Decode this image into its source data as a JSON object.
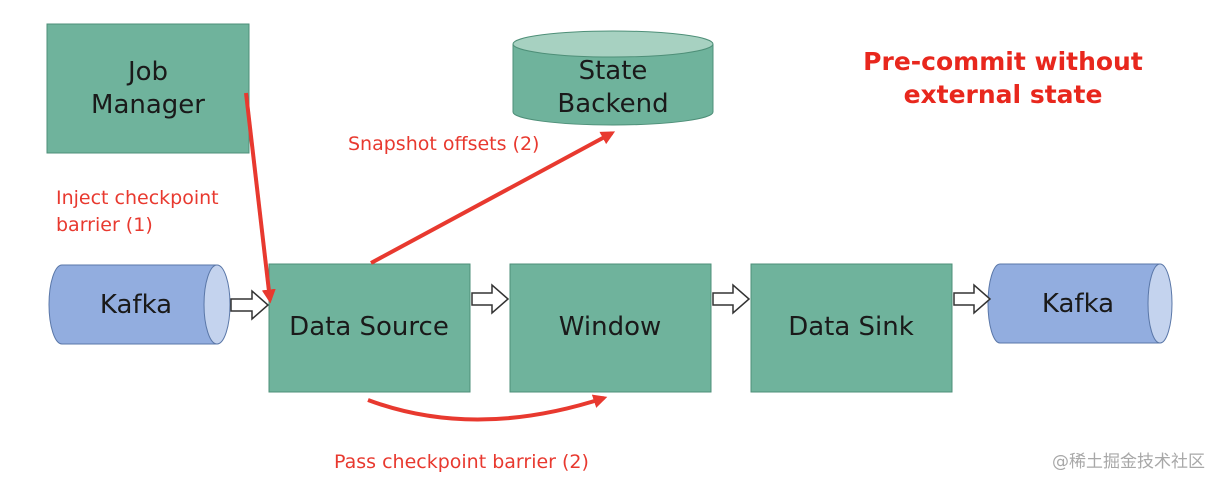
{
  "title": {
    "line1": "Pre-commit without",
    "line2": "external state"
  },
  "nodes": {
    "job_manager": {
      "line1": "Job",
      "line2": "Manager"
    },
    "state_backend": {
      "line1": "State",
      "line2": "Backend"
    },
    "kafka_source": {
      "label": "Kafka"
    },
    "data_source": {
      "label": "Data Source"
    },
    "window": {
      "label": "Window"
    },
    "data_sink": {
      "label": "Data Sink"
    },
    "kafka_sink": {
      "label": "Kafka"
    }
  },
  "annotations": {
    "inject": {
      "line1": "Inject checkpoint",
      "line2": "barrier (1)"
    },
    "snapshot": "Snapshot offsets (2)",
    "pass": "Pass checkpoint barrier (2)"
  },
  "watermark": "@稀土掘金技术社区",
  "colors": {
    "process_fill": "#6fb39c",
    "process_stroke": "#4e8f78",
    "kafka_fill": "#92addf",
    "kafka_end": "#c4d3ee",
    "kafka_stroke": "#5a77a8",
    "red": "#e8392f",
    "title_red": "#e8271d"
  }
}
